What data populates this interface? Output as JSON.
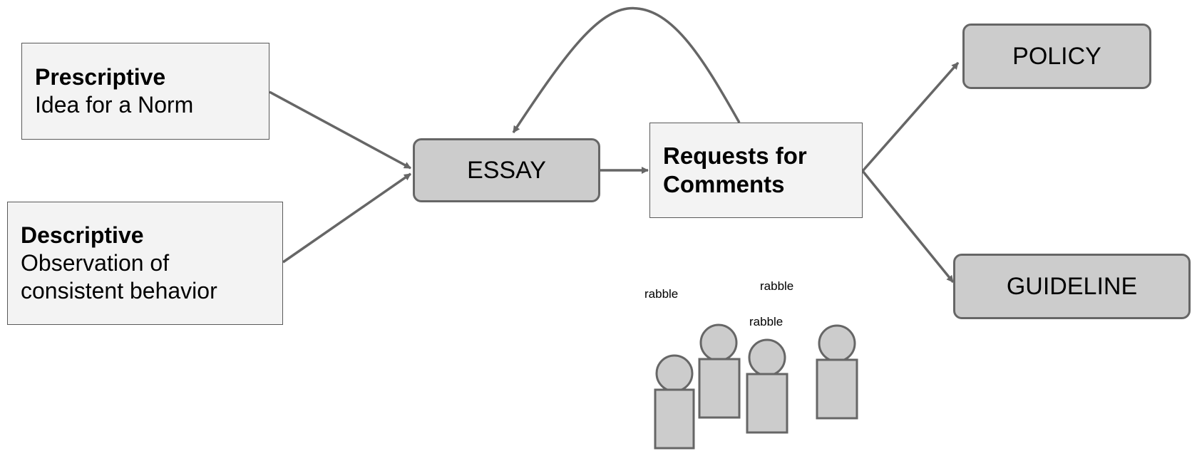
{
  "nodes": {
    "prescriptive": {
      "title": "Prescriptive",
      "subtitle": "Idea for a Norm"
    },
    "descriptive": {
      "title": "Descriptive",
      "line1": "Observation of",
      "line2": "consistent behavior"
    },
    "essay": {
      "label": "ESSAY"
    },
    "rfc": {
      "line1": "Requests for",
      "line2": "Comments"
    },
    "policy": {
      "label": "POLICY"
    },
    "guideline": {
      "label": "GUIDELINE"
    }
  },
  "crowd": {
    "labels": [
      "rabble",
      "rabble",
      "rabble"
    ],
    "fill_color": "#cccccc",
    "stroke_color": "#666666"
  },
  "colors": {
    "arrow": "#666666",
    "box_fill": "#f3f3f3",
    "rounded_fill": "#cccccc"
  }
}
